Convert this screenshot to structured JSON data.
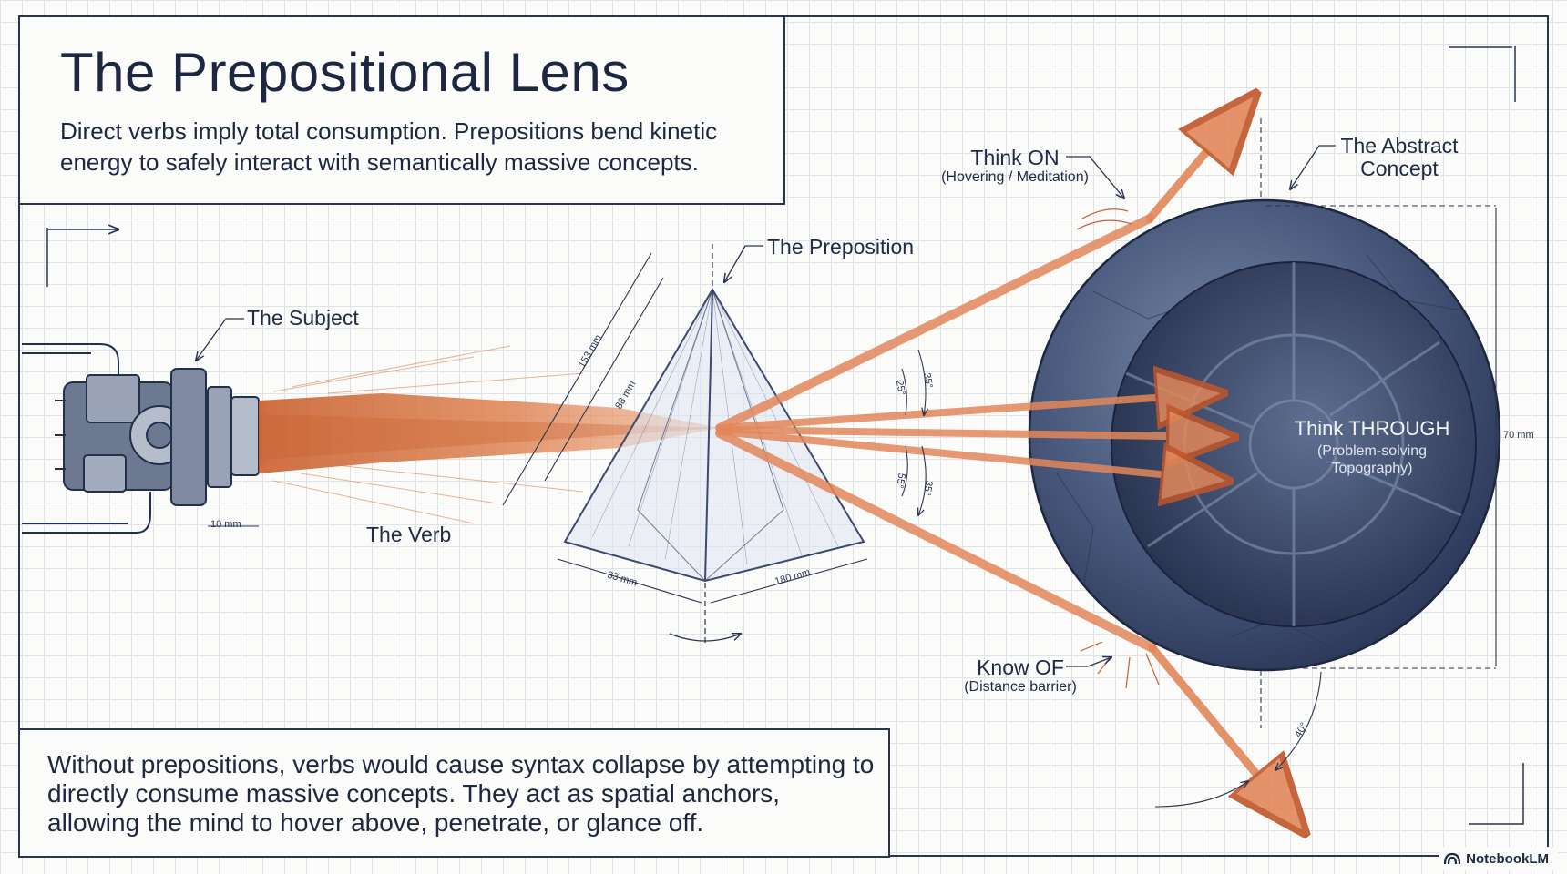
{
  "title": "The Prepositional Lens",
  "subtitle": "Direct verbs imply total consumption. Prepositions bend kinetic energy to safely interact with semantically massive concepts.",
  "note": "Without prepositions, verbs would cause syntax collapse by attempting to directly consume massive concepts. They act as spatial anchors, allowing the mind to hover above, penetrate, or glance off.",
  "labels": {
    "subject": "The Subject",
    "verb": "The Verb",
    "preposition": "The Preposition",
    "abstract_concept": "The Abstract\nConcept",
    "think_on": "Think ON",
    "think_on_sub": "(Hovering / Meditation)",
    "think_through": "Think THROUGH",
    "think_through_sub": "(Problem-solving\nTopography)",
    "know_of": "Know OF",
    "know_of_sub": "(Distance barrier)"
  },
  "dimensions": {
    "nozzle": "10 mm",
    "prism_edge_long": "153 mm",
    "prism_edge_inner": "88 mm",
    "prism_base_left": "33 mm",
    "prism_base_right": "180 mm",
    "sphere_height": "70 mm",
    "angle_upper_outer": "35°",
    "angle_upper_inner": "25°",
    "angle_lower_inner": "55°",
    "angle_lower_outer": "35°",
    "angle_bottom": "40°"
  },
  "badge": "NotebookLM",
  "colors": {
    "ink": "#1d2740",
    "beam": "#e2875a",
    "beam_dark": "#c0562b",
    "sphere": "#3b4a6e",
    "sphere_core": "#2b3656"
  }
}
